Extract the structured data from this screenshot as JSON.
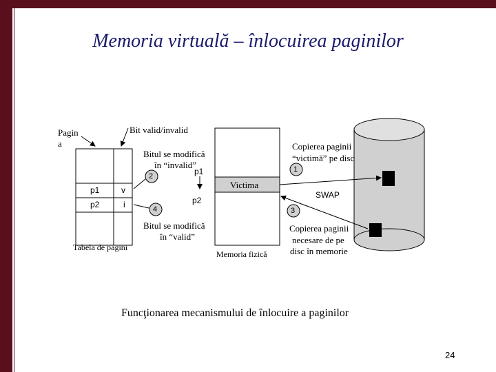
{
  "slide": {
    "title": "Memoria virtuală – înlocuirea paginilor",
    "caption": "Funcţionarea mecanismului de înlocuire a paginilor",
    "page_number": "24"
  },
  "page_table": {
    "label_pages_line1": "Pagin",
    "label_pages_line2": "a",
    "label_bit": "Bit valid/invalid",
    "rows": [
      {
        "page": "p1",
        "bit": "v"
      },
      {
        "page": "p2",
        "bit": "i"
      }
    ],
    "caption": "Tabela de pagini"
  },
  "annotations": {
    "bit_invalid_line1": "Bitul se modifică",
    "bit_invalid_line2": "în “invalid”",
    "bit_valid_line1": "Bitul se modifică",
    "bit_valid_line2": "în “valid”",
    "p1_label": "p1",
    "p2_label": "p2",
    "step2": "2",
    "step4": "4"
  },
  "physical_memory": {
    "victim_label": "Victima",
    "caption": "Memoria fizică"
  },
  "disk": {
    "copy_victim_line1": "Copierea paginii",
    "copy_victim_line2": "“victimă” pe disc",
    "step1": "1",
    "swap_label": "SWAP",
    "step3": "3",
    "copy_needed_line1": "Copierea paginii",
    "copy_needed_line2": "necesare de pe",
    "copy_needed_line3": "disc în memorie"
  }
}
